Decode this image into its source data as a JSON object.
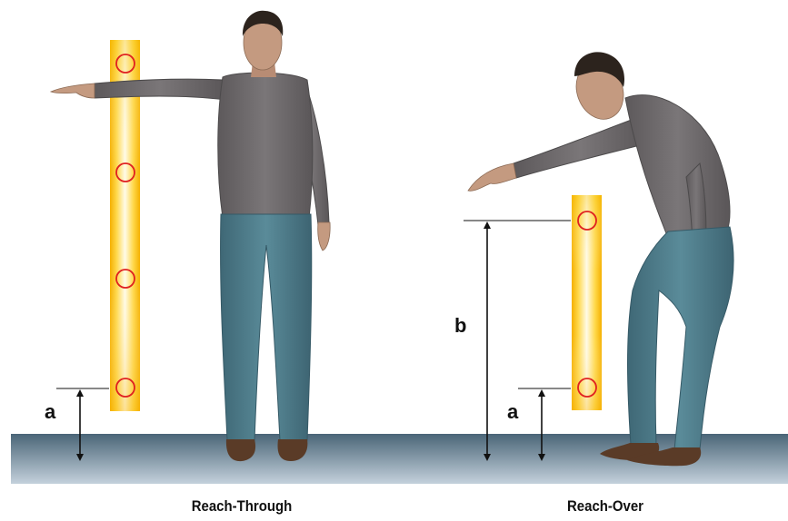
{
  "scenes": [
    {
      "caption": "Reach-Through",
      "dimension_labels": [
        "a"
      ]
    },
    {
      "caption": "Reach-Over",
      "dimension_labels": [
        "a",
        "b"
      ]
    }
  ],
  "colors": {
    "floor_top": "#4a6577",
    "floor_bottom": "#c4d1dc",
    "beam_edge": "#f5b800",
    "beam_center": "#ffffff",
    "sensor_ring": "#e02020",
    "shirt": "#6e6a6c",
    "jeans": "#4f7f8e",
    "skin": "#c49a80",
    "hair": "#2c231d",
    "shoe": "#5a3b27"
  }
}
